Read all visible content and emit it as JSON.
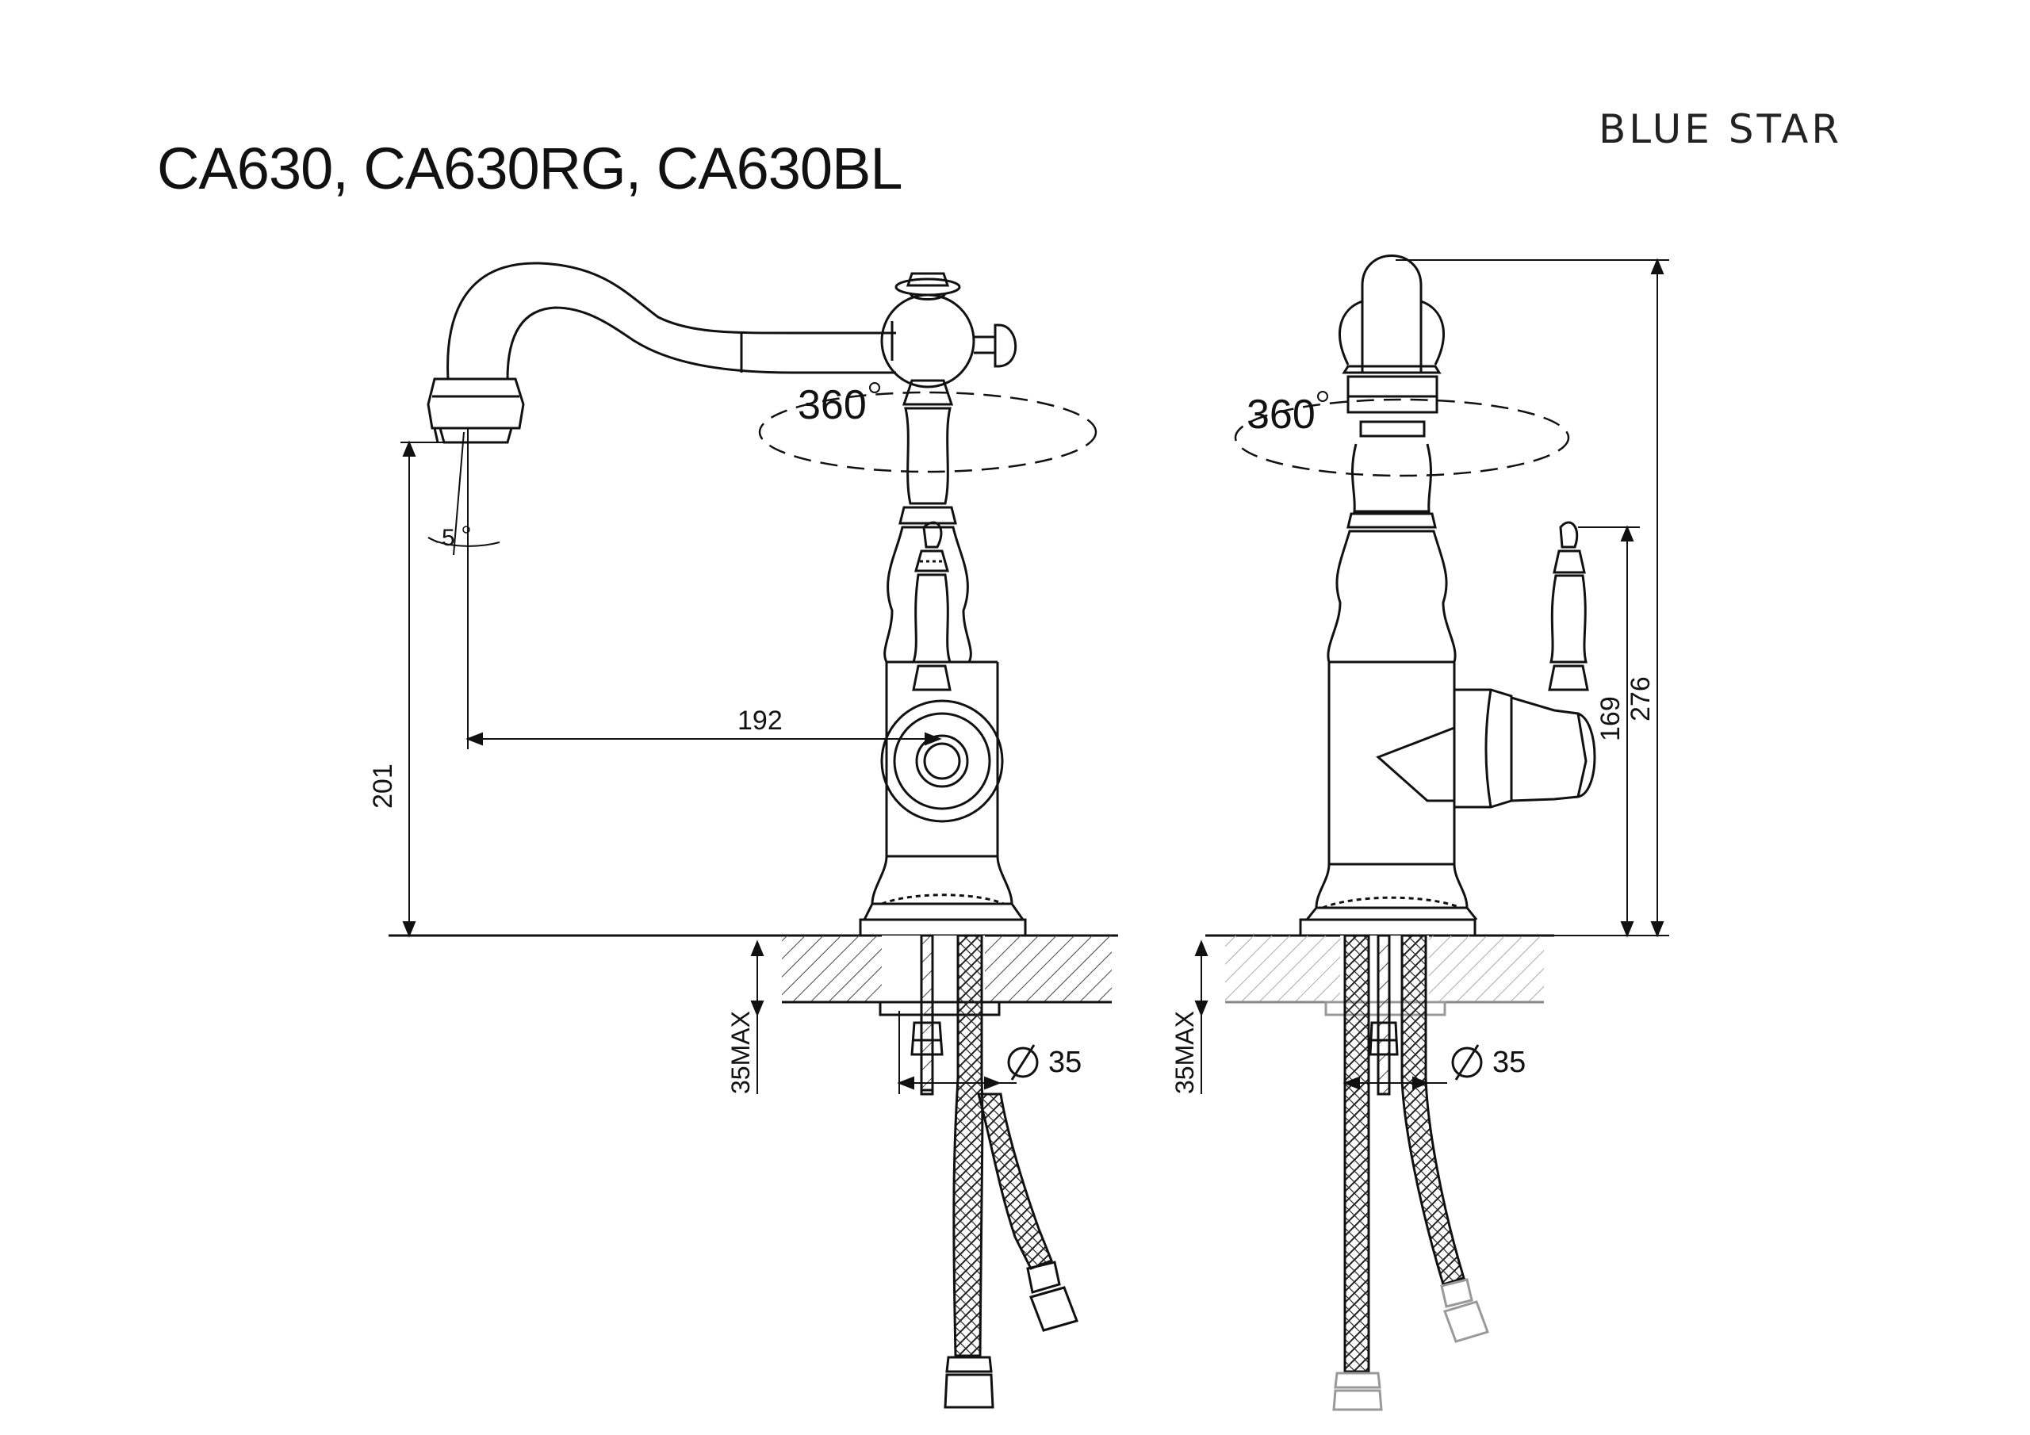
{
  "header": {
    "title": "CA630, CA630RG, CA630BL",
    "brand": "BLUE STAR"
  },
  "front_view": {
    "rotation_label": "360",
    "angle_label": "5",
    "spout_reach": "192",
    "spout_height": "201",
    "mount_thickness": "35MAX",
    "hole_diameter": "35"
  },
  "side_view": {
    "rotation_label": "360",
    "lever_height": "169",
    "total_height": "276",
    "mount_thickness": "35MAX",
    "hole_diameter": "35"
  },
  "colors": {
    "line": "#111111",
    "hatch": "#333333",
    "faded": "#999999"
  }
}
